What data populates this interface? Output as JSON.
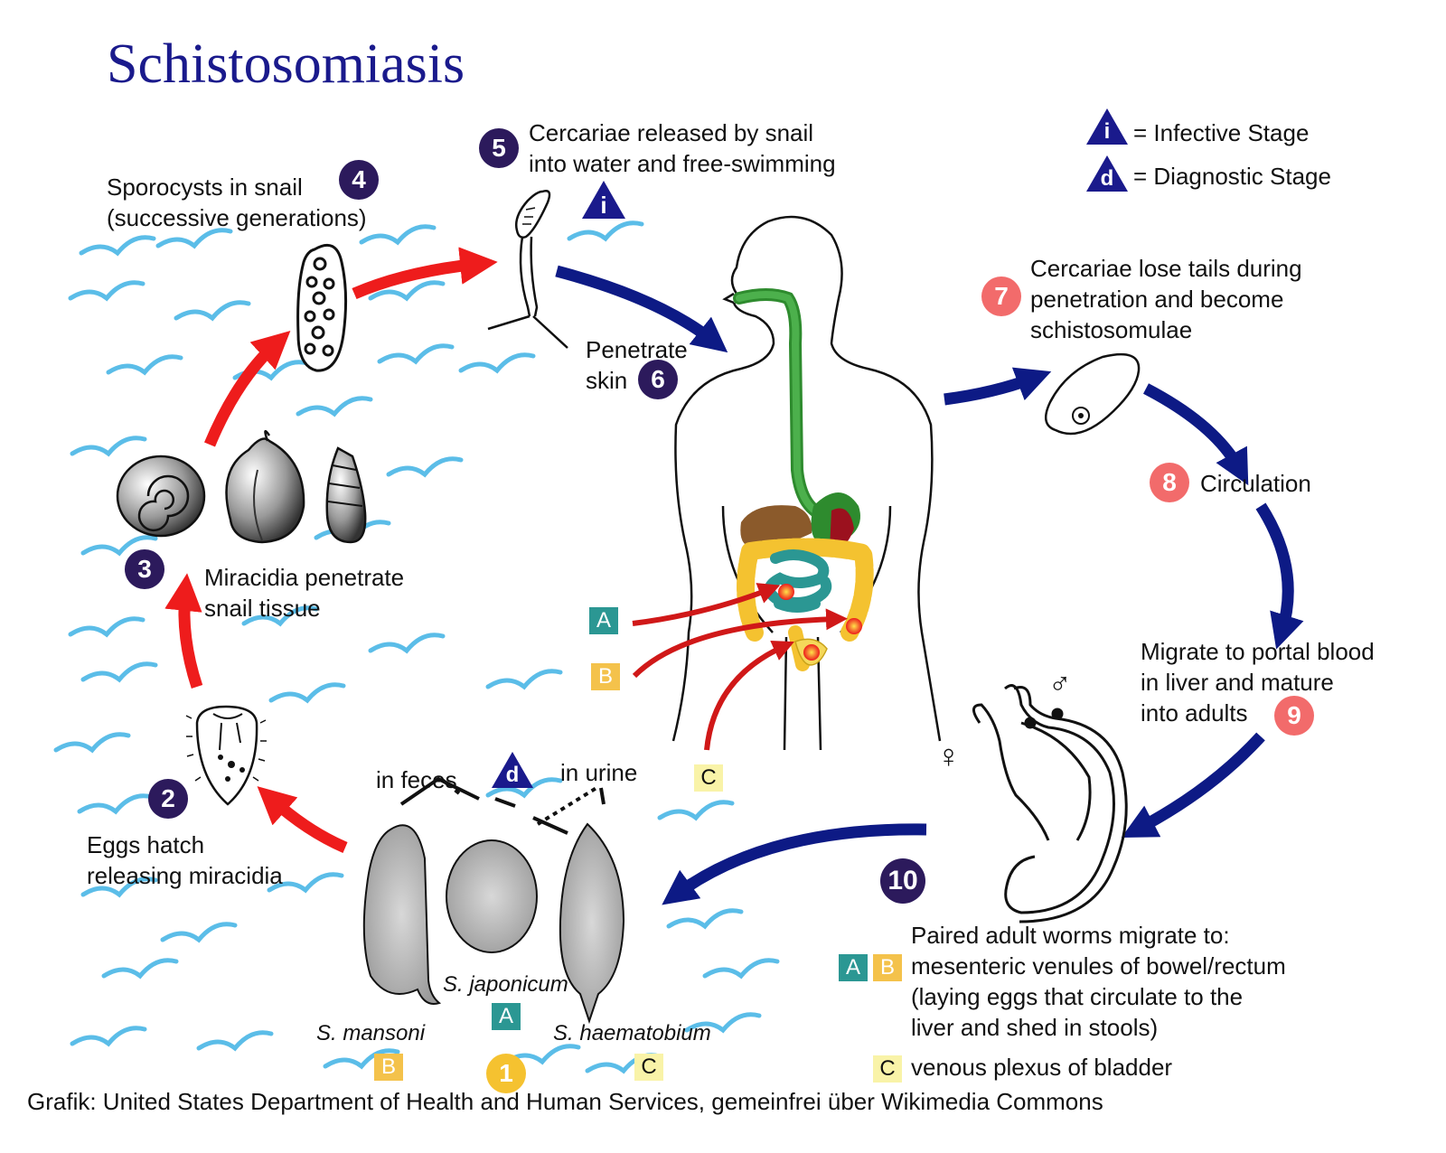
{
  "title": "Schistosomiasis",
  "legend": {
    "infective_letter": "i",
    "infective_label": "= Infective Stage",
    "diagnostic_letter": "d",
    "diagnostic_label": "= Diagnostic Stage"
  },
  "stages": [
    {
      "number": "1"
    },
    {
      "number": "2",
      "label_lines": [
        "Eggs hatch",
        "releasing miracidia"
      ]
    },
    {
      "number": "3",
      "label_lines": [
        "Miracidia penetrate",
        "snail tissue"
      ]
    },
    {
      "number": "4",
      "label_lines": [
        "Sporocysts in snail",
        "(successive generations)"
      ]
    },
    {
      "number": "5",
      "label_lines": [
        "Cercariae released by snail",
        "into water and free-swimming"
      ]
    },
    {
      "number": "6",
      "label_lines": [
        "Penetrate",
        "skin"
      ]
    },
    {
      "number": "7",
      "label_lines": [
        "Cercariae lose tails during",
        "penetration and become",
        "schistosomulae"
      ]
    },
    {
      "number": "8",
      "label_lines": [
        "Circulation"
      ]
    },
    {
      "number": "9",
      "label_lines": [
        "Migrate to portal blood",
        "in liver and mature",
        "into adults"
      ]
    },
    {
      "number": "10",
      "label_lines": [
        "Paired adult worms migrate to:",
        "mesenteric venules of bowel/rectum",
        "(laying eggs that circulate to the",
        "liver and shed in stools)",
        "venous plexus of bladder"
      ]
    }
  ],
  "egg_labels": {
    "in_feces": "in feces",
    "in_urine": "in urine",
    "mansoni": "S. mansoni",
    "japonicum": "S. japonicum",
    "haematobium": "S. haematobium"
  },
  "species_boxes": {
    "A": "A",
    "B": "B",
    "C": "C"
  },
  "worm_symbols": {
    "male": "♂",
    "female": "♀"
  },
  "credit": "Grafik:  United States Department of Health and Human Services, gemeinfrei über Wikimedia Commons",
  "colors": {
    "title": "#1a1a8c",
    "purple_badge": "#2c1a5c",
    "salmon_badge": "#f26b6b",
    "yellow_badge": "#f5c230",
    "red_arrow": "#ee1c1c",
    "blue_arrow": "#0d1a85",
    "water": "#5bbde8",
    "teal_box": "#2b9793",
    "orange_box": "#f4c24b",
    "light_yellow_box": "#f9f3a8"
  }
}
